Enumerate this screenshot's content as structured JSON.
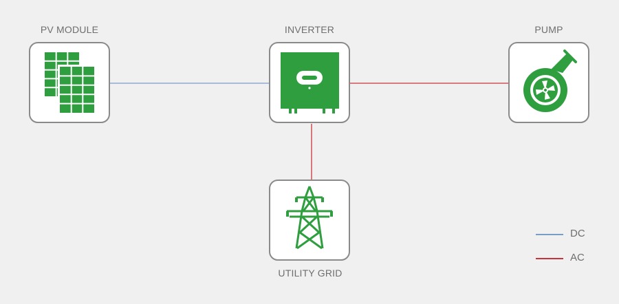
{
  "colors": {
    "background": "#f0f0f0",
    "accent_green": "#2e9e3e",
    "dc_line": "#7a9cc8",
    "ac_line": "#c8333a",
    "box_border": "#8a8a8a",
    "text": "#6e6e6e"
  },
  "nodes": {
    "pv_module": {
      "label": "PV MODULE",
      "icon": "solar-panel-icon"
    },
    "inverter": {
      "label": "INVERTER",
      "icon": "inverter-icon"
    },
    "pump": {
      "label": "PUMP",
      "icon": "pump-icon"
    },
    "utility_grid": {
      "label": "UTILITY GRID",
      "icon": "transmission-tower-icon"
    }
  },
  "connections": [
    {
      "from": "pv_module",
      "to": "inverter",
      "type": "DC"
    },
    {
      "from": "inverter",
      "to": "pump",
      "type": "AC"
    },
    {
      "from": "inverter",
      "to": "utility_grid",
      "type": "AC"
    }
  ],
  "legend": [
    {
      "label": "DC",
      "color": "#7a9cc8"
    },
    {
      "label": "AC",
      "color": "#c8333a"
    }
  ]
}
